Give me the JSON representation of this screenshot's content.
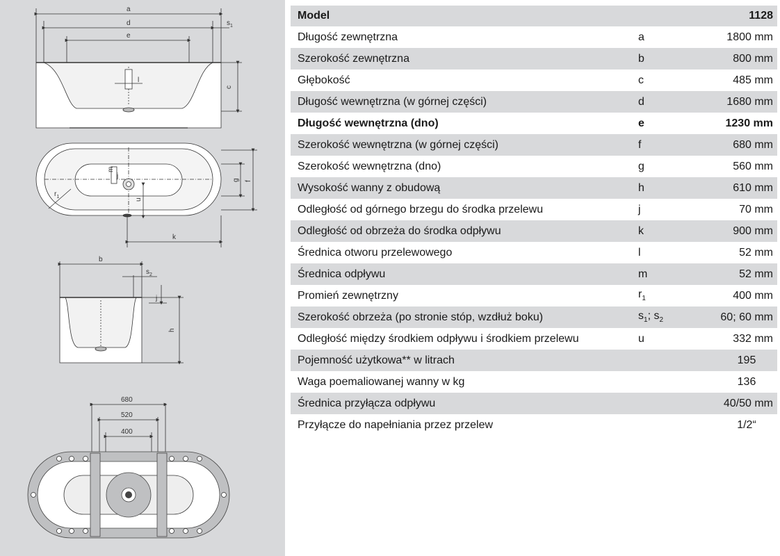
{
  "drawings": {
    "top_view": {
      "dims": [
        "a",
        "d",
        "e",
        "s",
        "c",
        "l"
      ],
      "sub1": "1"
    },
    "plan_view": {
      "dims": [
        "r",
        "m",
        "j",
        "u",
        "g",
        "f",
        "k"
      ],
      "sub1": "1"
    },
    "side_view": {
      "dims": [
        "b",
        "s",
        "h",
        "j"
      ],
      "sub2": "2"
    },
    "frame_view": {
      "dims": [
        "680",
        "520",
        "400"
      ]
    }
  },
  "table": {
    "header": {
      "label": "Model",
      "value": "1128"
    },
    "rows": [
      {
        "label": "Długość zewnętrzna",
        "symbol": "a",
        "value": "1800 mm",
        "shade": false,
        "bold": false
      },
      {
        "label": "Szerokość zewnętrzna",
        "symbol": "b",
        "value": "800 mm",
        "shade": true,
        "bold": false
      },
      {
        "label": "Głębokość",
        "symbol": "c",
        "value": "485 mm",
        "shade": false,
        "bold": false
      },
      {
        "label": "Długość wewnętrzna (w górnej części)",
        "symbol": "d",
        "value": "1680 mm",
        "shade": true,
        "bold": false
      },
      {
        "label": "Długość wewnętrzna (dno)",
        "symbol": "e",
        "value": "1230 mm",
        "shade": false,
        "bold": true
      },
      {
        "label": "Szerokość wewnętrzna (w górnej części)",
        "symbol": "f",
        "value": "680 mm",
        "shade": true,
        "bold": false
      },
      {
        "label": "Szerokość wewnętrzna (dno)",
        "symbol": "g",
        "value": "560 mm",
        "shade": false,
        "bold": false
      },
      {
        "label": "Wysokość wanny z obudową",
        "symbol": "h",
        "value": "610 mm",
        "shade": true,
        "bold": false
      },
      {
        "label": "Odległość od górnego brzegu do środka przelewu",
        "symbol": "j",
        "value": "70 mm",
        "shade": false,
        "bold": false
      },
      {
        "label": "Odległość od obrzeża do środka odpływu",
        "symbol": "k",
        "value": "900 mm",
        "shade": true,
        "bold": false
      },
      {
        "label": "Średnica otworu przelewowego",
        "symbol": "l",
        "value": "52 mm",
        "shade": false,
        "bold": false
      },
      {
        "label": "Średnica odpływu",
        "symbol": "m",
        "value": "52 mm",
        "shade": true,
        "bold": false
      },
      {
        "label": "Promień zewnętrzny",
        "symbol": "r",
        "symbol_sub": "1",
        "value": "400 mm",
        "shade": false,
        "bold": false
      },
      {
        "label": "Szerokość obrzeża (po stronie stóp, wzdłuż boku)",
        "symbol": "s",
        "symbol_sub": "1",
        "symbol_mid": "; s",
        "symbol_sub2": "2",
        "value": "60; 60 mm",
        "shade": true,
        "bold": false
      },
      {
        "label": "Odległość między środkiem odpływu i środkiem przelewu",
        "symbol": "u",
        "value": "332 mm",
        "shade": false,
        "bold": false
      },
      {
        "label": "Pojemność użytkowa** w litrach",
        "symbol": "",
        "value": "195",
        "shade": true,
        "bold": false,
        "center": true
      },
      {
        "label": "Waga poemaliowanej wanny w kg",
        "symbol": "",
        "value": "136",
        "shade": false,
        "bold": false,
        "center": true
      },
      {
        "label": "Średnica przyłącza odpływu",
        "symbol": "",
        "value": "40/50 mm",
        "shade": true,
        "bold": false
      },
      {
        "label": "Przyłącze do napełniania przez przelew",
        "symbol": "",
        "value": "1/2“",
        "shade": false,
        "bold": false,
        "center": true
      }
    ]
  }
}
